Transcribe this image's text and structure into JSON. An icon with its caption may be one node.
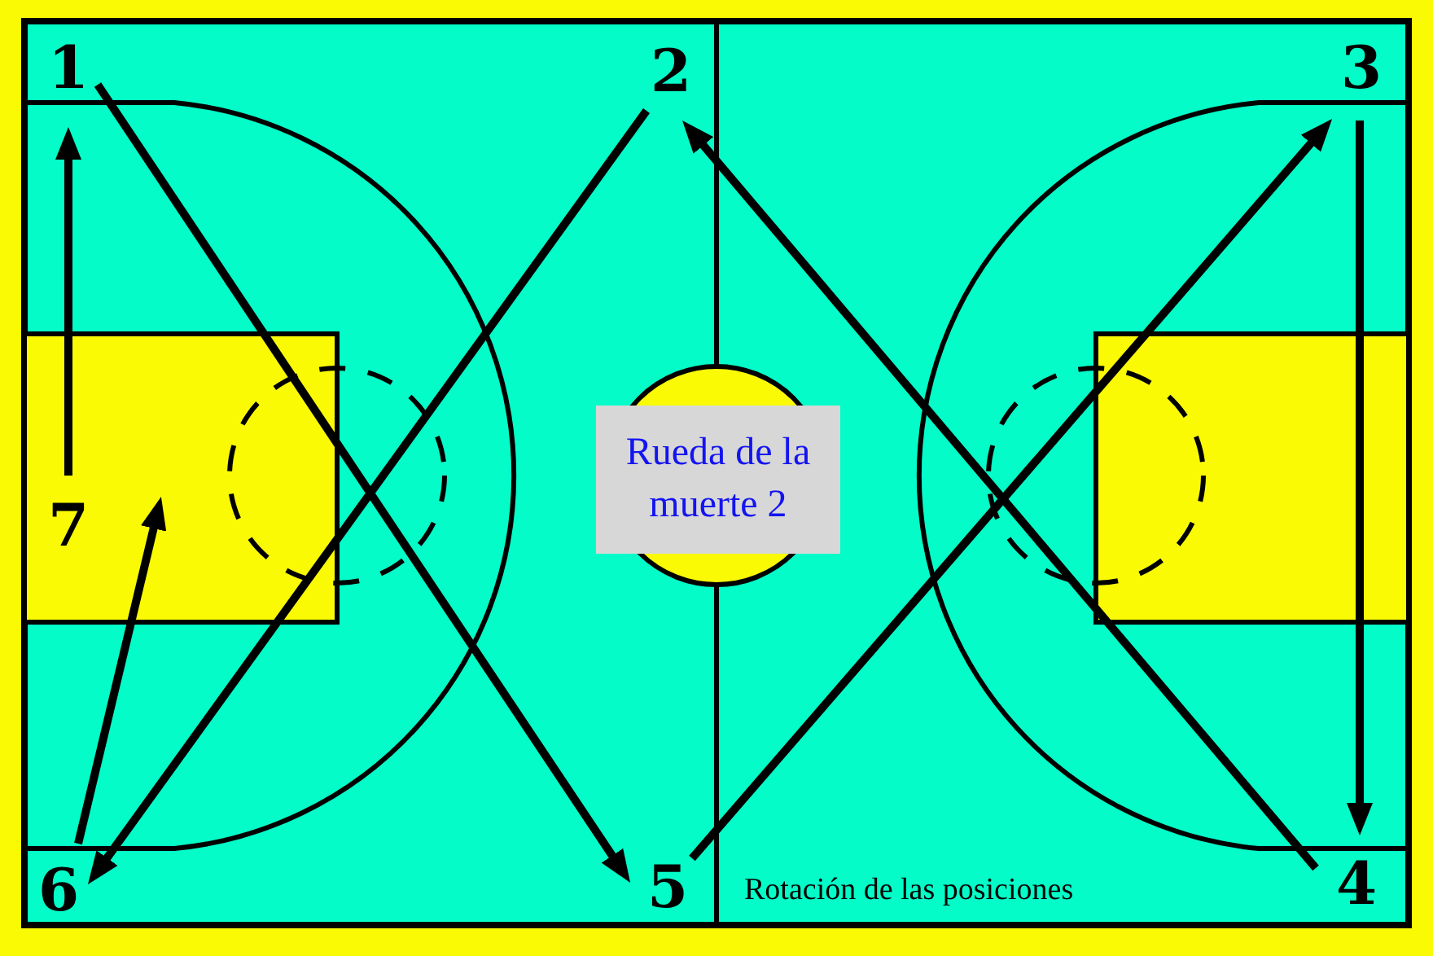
{
  "diagram": {
    "title": "Rueda de la muerte 2",
    "caption": "Rotación de las posiciones",
    "nodes": [
      {
        "text": [
          "1"
        ]
      },
      {
        "text": [
          "2"
        ]
      },
      {
        "text": [
          "3"
        ]
      },
      {
        "text": [
          "7"
        ]
      },
      {
        "text": [
          "6"
        ]
      },
      {
        "text": [
          "5"
        ]
      },
      {
        "text": [
          "4"
        ]
      }
    ],
    "edges": [
      {
        "from": 0,
        "to": 5,
        "arrow": "to"
      },
      {
        "from": 5,
        "to": 2,
        "arrow": "to"
      },
      {
        "from": 2,
        "to": 6,
        "arrow": "to"
      },
      {
        "from": 6,
        "to": 1,
        "arrow": "to"
      },
      {
        "from": 1,
        "to": 4,
        "arrow": "to"
      },
      {
        "from": 4,
        "to": 3,
        "arrow": "to"
      },
      {
        "from": 3,
        "to": 0,
        "arrow": "to"
      }
    ]
  }
}
